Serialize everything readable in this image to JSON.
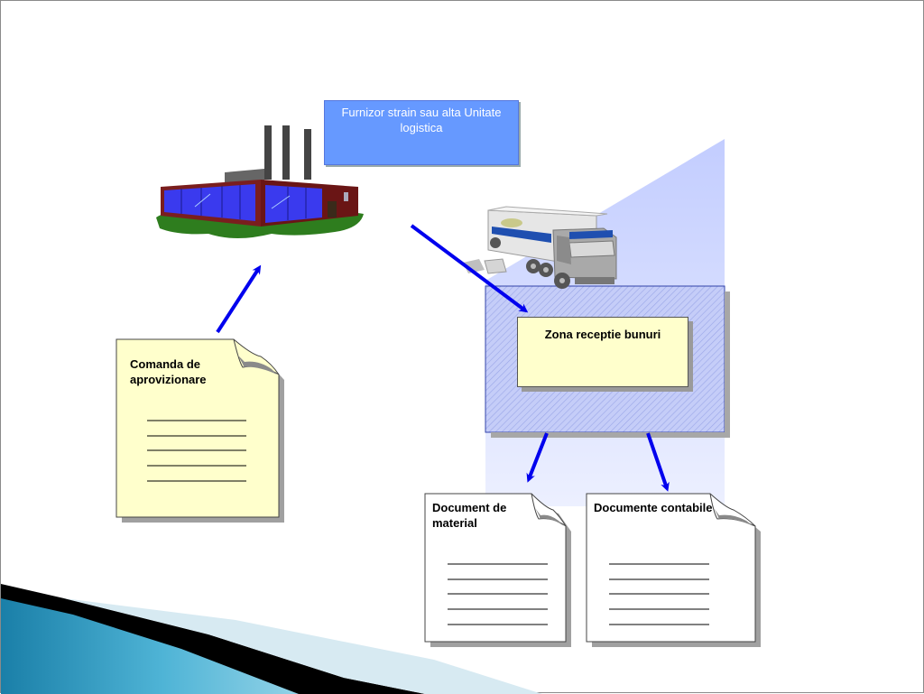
{
  "supplier": {
    "label": "Furnizor strain sau alta Unitate logistica"
  },
  "receiving_zone": {
    "label": "Zona receptie bunuri"
  },
  "documents": {
    "order": "Comanda de aprovizionare",
    "material": "Document de material",
    "accounting": "Documente contabile"
  },
  "icons": [
    "factory-icon",
    "truck-icon"
  ],
  "colors": {
    "supplier_box": "#6699ff",
    "zone_box": "#ffffcc",
    "document_paper_yellow": "#ffffcc",
    "document_paper_white": "#ffffff",
    "arrow": "#0000ee",
    "light_panel": "#c6cfff"
  }
}
